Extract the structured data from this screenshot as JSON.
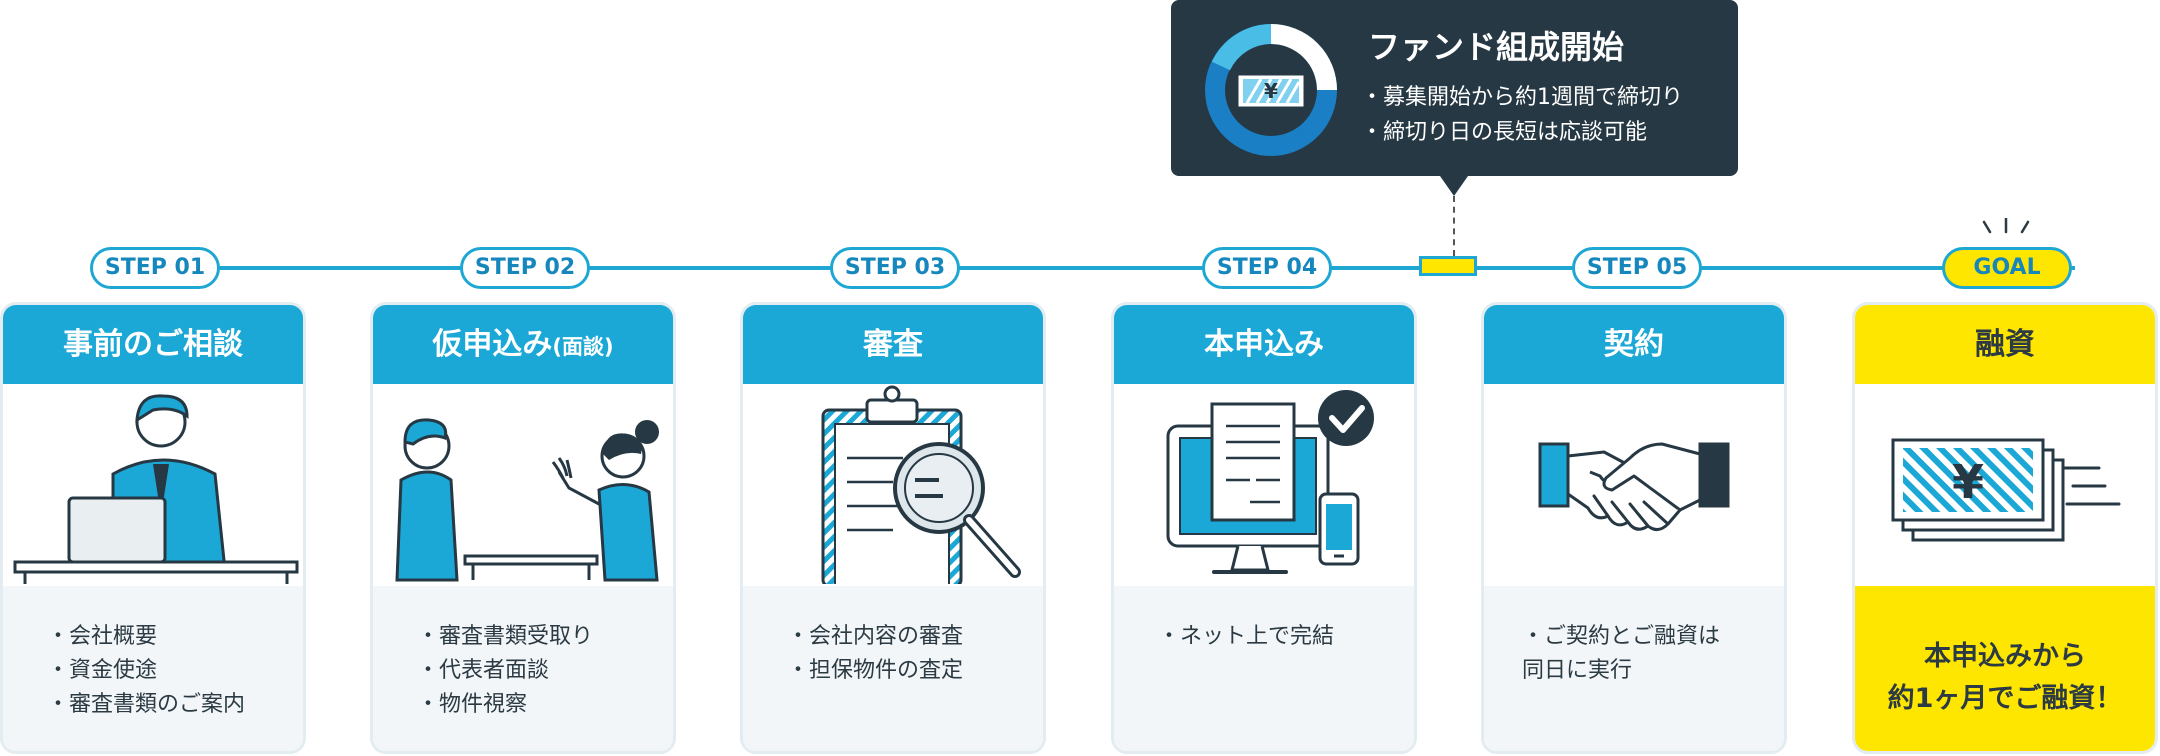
{
  "callout": {
    "title": "ファンド組成開始",
    "items": [
      "募集開始から約1週間で締切り",
      "締切り日の長短は応談可能"
    ]
  },
  "steps": [
    {
      "pill": "STEP 01",
      "title": "事前のご相談",
      "items": [
        "会社概要",
        "資金使途",
        "審査書類のご案内"
      ]
    },
    {
      "pill": "STEP 02",
      "title": "仮申込み",
      "title_small": "(面談)",
      "items": [
        "審査書類受取り",
        "代表者面談",
        "物件視察"
      ]
    },
    {
      "pill": "STEP 03",
      "title": "審査",
      "items": [
        "会社内容の審査",
        "担保物件の査定"
      ]
    },
    {
      "pill": "STEP 04",
      "title": "本申込み",
      "items": [
        "ネット上で完結"
      ]
    },
    {
      "pill": "STEP 05",
      "title": "契約",
      "text": "・ご契約とご融資は\n同日に実行"
    },
    {
      "pill": "GOAL",
      "title": "融資",
      "text": "本申込みから\n約1ヶ月でご融資！"
    }
  ],
  "icons": [
    "yen-bill-icon",
    "businessman-laptop-icon",
    "interview-icon",
    "clipboard-magnifier-icon",
    "monitor-check-icon",
    "handshake-icon",
    "yen-bills-stack-icon"
  ],
  "colors": {
    "accent": "#1ba8d6",
    "goal": "#ffe600",
    "dark": "#263843"
  }
}
